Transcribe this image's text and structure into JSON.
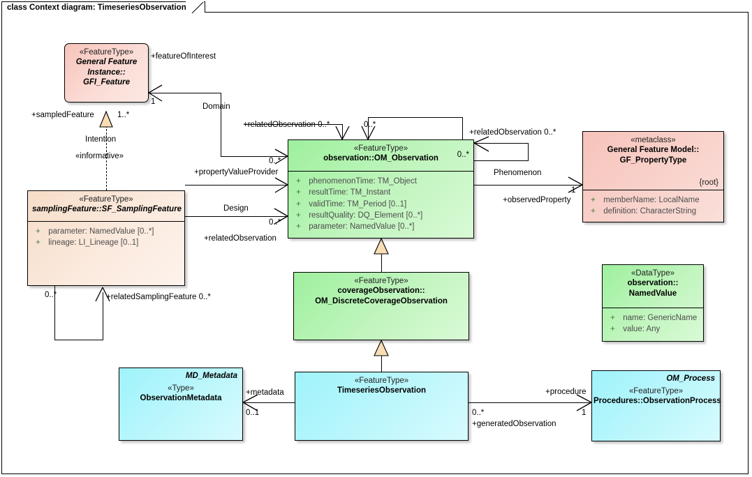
{
  "diagram": {
    "title": "class Context diagram: TimeseriesObservation",
    "colors": {
      "pink": "#f9d4cd",
      "peach": "#fbeade",
      "green": "#c2f5bf",
      "cyan": "#bdf7fc",
      "line": "#000000",
      "generalization_fill": "#f8ddb5"
    }
  },
  "classes": {
    "gfi_feature": {
      "stereotype": "«FeatureType»",
      "name_line1": "General Feature",
      "name_line2": "Instance::",
      "name_line3": "GFI_Feature"
    },
    "sampling_feature": {
      "stereotype": "«FeatureType»",
      "name": "samplingFeature::SF_SamplingFeature",
      "attributes": [
        {
          "visibility": "+",
          "text": "parameter: NamedValue [0..*]"
        },
        {
          "visibility": "+",
          "text": "lineage: LI_Lineage [0..1]"
        }
      ]
    },
    "om_observation": {
      "stereotype": "«FeatureType»",
      "name": "observation::OM_Observation",
      "corner_multiplicity": "0..*",
      "attributes": [
        {
          "visibility": "+",
          "text": "phenomenonTime: TM_Object"
        },
        {
          "visibility": "+",
          "text": "resultTime: TM_Instant"
        },
        {
          "visibility": "+",
          "text": "validTime: TM_Period [0..1]"
        },
        {
          "visibility": "+",
          "text": "resultQuality: DQ_Element [0..*]"
        },
        {
          "visibility": "+",
          "text": "parameter: NamedValue [0..*]"
        }
      ]
    },
    "gf_propertytype": {
      "stereotype": "«metaclass»",
      "name_line1": "General Feature Model::",
      "name_line2": "GF_PropertyType",
      "tag": "{root}",
      "attributes": [
        {
          "visibility": "+",
          "text": "memberName: LocalName"
        },
        {
          "visibility": "+",
          "text": "definition: CharacterString"
        }
      ]
    },
    "coverage_observation": {
      "stereotype": "«FeatureType»",
      "name_line1": "coverageObservation::",
      "name_line2": "OM_DiscreteCoverageObservation"
    },
    "named_value": {
      "stereotype": "«DataType»",
      "name_line1": "observation::",
      "name_line2": "NamedValue",
      "attributes": [
        {
          "visibility": "+",
          "text": "name: GenericName"
        },
        {
          "visibility": "+",
          "text": "value: Any"
        }
      ]
    },
    "observation_metadata": {
      "corner_label": "MD_Metadata",
      "stereotype": "«Type»",
      "name": "ObservationMetadata"
    },
    "timeseries_observation": {
      "stereotype": "«FeatureType»",
      "name": "TimeseriesObservation"
    },
    "observation_process": {
      "corner_label": "OM_Process",
      "stereotype": "«FeatureType»",
      "name": "Procedures::ObservationProcess"
    }
  },
  "connectors": {
    "feature_of_interest_role": "+featureOfInterest",
    "feature_of_interest_mult": "1",
    "domain_label": "Domain",
    "sampled_feature_role": "+sampledFeature",
    "sampled_feature_mult": "1..*",
    "intention_label": "Intention",
    "intention_stereotype": "«informative»",
    "property_value_provider_role": "+propertyValueProvider",
    "property_value_provider_mult": "0..*",
    "related_observation_left_role": "+relatedObservation 0..*",
    "related_observation_top_mult": "0..*",
    "related_observation_right_role": "+relatedObservation 0..*",
    "observation_self_mult": "0..*",
    "design_label": "Design",
    "design_mult": "0..*",
    "related_observation_design_role": "+relatedObservation",
    "related_sampling_feature_role": "+relatedSamplingFeature 0..*",
    "related_sampling_feature_mult": "0..*",
    "phenomenon_label": "Phenomenon",
    "observed_property_role": "+observedProperty",
    "observed_property_mult": "1",
    "metadata_role": "+metadata",
    "metadata_mult": "0..1",
    "procedure_role": "+procedure",
    "procedure_mult": "1",
    "generated_observation_role": "+generatedObservation",
    "generated_observation_mult": "0..*"
  }
}
